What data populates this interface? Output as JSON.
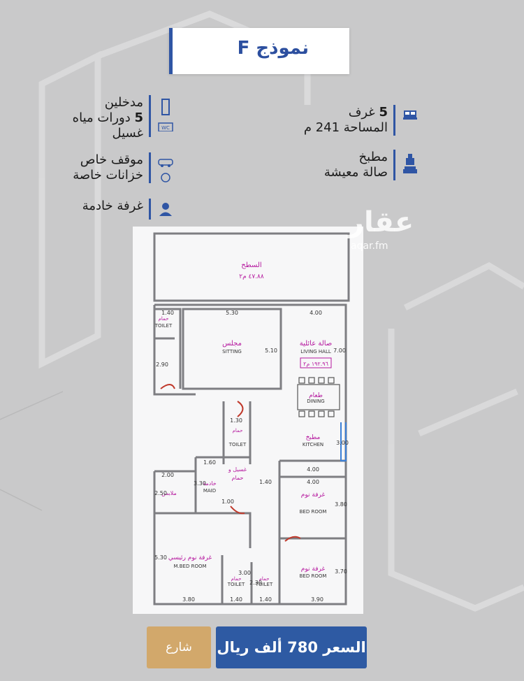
{
  "title": "نموذج F",
  "features_right": [
    {
      "icon": "bed-icon",
      "line1_num": "5",
      "line1": "غرف",
      "line2": "المساحة 241 م"
    },
    {
      "icon": "kitchen-icon",
      "line1": "مطبخ",
      "line2": "صالة معيشة"
    }
  ],
  "features_left": [
    {
      "icon": "wc-icon",
      "line1": "مدخلين",
      "line2_num": "5",
      "line2": "دورات مياه",
      "line3": "غسيل"
    },
    {
      "icon": "car-icon",
      "line1": "موقف خاص",
      "line2": "خزانات خاصة"
    },
    {
      "icon": "maid-icon",
      "line1": "غرفة خادمة"
    }
  ],
  "watermark": {
    "logo": "عقار",
    "site": "aqar.fm"
  },
  "plan": {
    "roof": {
      "name": "السطح",
      "area": "٤٧.٨٨ م٢"
    },
    "rooms": {
      "sitting_ar": "مجلس",
      "sitting_en": "SITTING",
      "living_ar": "صالة عائلية",
      "living_en": "LIVING HALL",
      "living_area": "١٩٢.٩٦ م٢",
      "dining_ar": "طعام",
      "dining_en": "DINING",
      "kitchen_ar": "مطبخ",
      "kitchen_en": "KITCHEN",
      "bed1_ar": "غرفة نوم",
      "bed1_en": "BED ROOM",
      "bed2_ar": "غرفة نوم",
      "bed2_en": "BED ROOM",
      "mbed_ar": "غرفة نوم رئيسي",
      "mbed_en": "M.BED ROOM",
      "maid_ar": "خادمة",
      "maid_en": "MAID",
      "laundry_ar": "غسيل و",
      "laundry_ar2": "حمام",
      "clothes_ar": "ملابس",
      "toilet_ar": "حمام",
      "toilet_en": "TOILET"
    },
    "dims": {
      "d140": "1.40",
      "d530": "5.30",
      "d400": "4.00",
      "d510": "5.10",
      "d700": "7.00",
      "d290": "2.90",
      "d200": "2.00",
      "d250": "2.50",
      "d160": "1.60",
      "d130": "1.30",
      "d330": "3.30",
      "d100": "1.00",
      "d380": "3.80",
      "d370": "3.70",
      "d390": "3.90",
      "d300": "3.00",
      "d230": "2.30",
      "d250b": "2.50"
    }
  },
  "price_button": "السعر 780 ألف ريال",
  "street_button": "شارع"
}
